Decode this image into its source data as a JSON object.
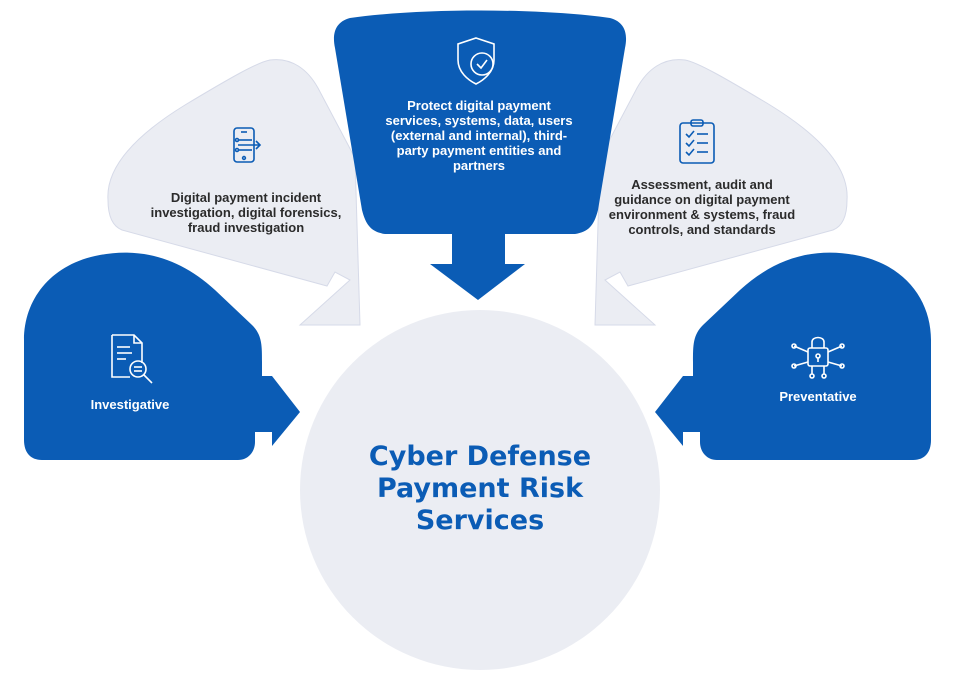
{
  "colors": {
    "blue": "#0b5cb5",
    "gray_panel": "#ebedf3",
    "hub": "#ebedf3",
    "outline": "#d6dae8",
    "icon_line": "#0b5cb5"
  },
  "hub": {
    "title_lines": [
      "Cyber Defense",
      "Payment Risk",
      "Services"
    ]
  },
  "panels": {
    "top": {
      "text": "Protect digital payment services, systems, data, users (external and internal), third-party payment entities and partners",
      "icon": "shield-check-icon"
    },
    "upper_left": {
      "text": "Digital payment incident investigation, digital forensics, fraud investigation",
      "icon": "phone-circuit-icon"
    },
    "upper_right": {
      "text": "Assessment, audit and guidance on digital payment environment & systems, fraud controls, and standards",
      "icon": "checklist-clipboard-icon"
    },
    "left": {
      "text": "Investigative",
      "icon": "document-search-icon"
    },
    "right": {
      "text": "Preventative",
      "icon": "circuit-lock-icon"
    }
  }
}
